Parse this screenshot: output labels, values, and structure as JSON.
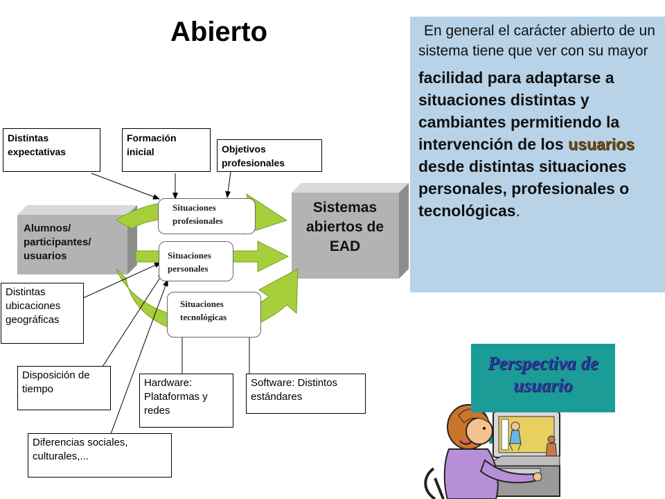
{
  "title": "Abierto",
  "paragraph": {
    "lead": "En general el carácter abierto de un sistema tiene que ver con su mayor",
    "bold_before": "facilidad para adaptarse a situaciones distintas y cambiantes permitiendo la intervención de los",
    "highlight": "usuarios",
    "bold_after": "desde distintas situaciones personales, profesionales o tecnológicas",
    "end": "."
  },
  "nodes": {
    "alumnos": "Alumnos/ participantes/ usuarios",
    "sistemas": "Sistemas abiertos de EAD",
    "sit_profesionales": "Situaciones profesionales",
    "sit_personales": "Situaciones personales",
    "sit_tecnologicas": "Situaciones tecnológicas",
    "distintas_expectativas": "Distintas expectativas",
    "formacion_inicial": "Formación inicial",
    "objetivos_profesionales": "Objetivos profesionales",
    "ubicaciones": "Distintas ubicaciones geográficas",
    "disposicion": "Disposición de tiempo",
    "diferencias": "Diferencias sociales, culturales,...",
    "hardware": "Hardware: Plataformas y redes",
    "software": "Software: Distintos estándares"
  },
  "perspectiva": "Perspectiva de usuario",
  "colors": {
    "panel": "#b8d3e8",
    "arrow_green": "#a6cf3c",
    "block_gray": "#b3b3b3",
    "perspectiva_bg": "#1b9c96",
    "perspectiva_text": "#2b3aa6"
  }
}
